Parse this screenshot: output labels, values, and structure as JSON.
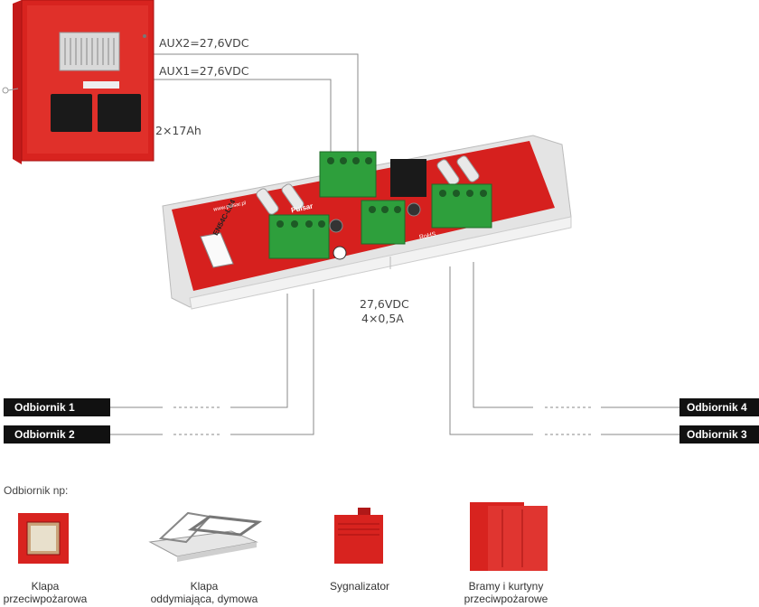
{
  "diagram": {
    "aux2_label": "AUX2=27,6VDC",
    "aux1_label": "AUX1=27,6VDC",
    "battery_label": "2×17Ah",
    "output_voltage": "27,6VDC",
    "output_current": "4×0,5A",
    "module": {
      "brand": "Pulsar",
      "url": "www.pulsar.pl",
      "model": "EN54C-LB4",
      "rohs": "RoHS"
    },
    "receivers": {
      "r1": "Odbiornik 1",
      "r2": "Odbiornik 2",
      "r3": "Odbiornik 3",
      "r4": "Odbiornik 4"
    },
    "examples_title": "Odbiornik np:",
    "examples": [
      {
        "line1": "Klapa",
        "line2": "przeciwpożarowa"
      },
      {
        "line1": "Klapa",
        "line2": "oddymiająca, dymowa"
      },
      {
        "line1": "Sygnalizator",
        "line2": ""
      },
      {
        "line1": "Bramy i kurtyny",
        "line2": "przeciwpożarowe"
      }
    ]
  }
}
